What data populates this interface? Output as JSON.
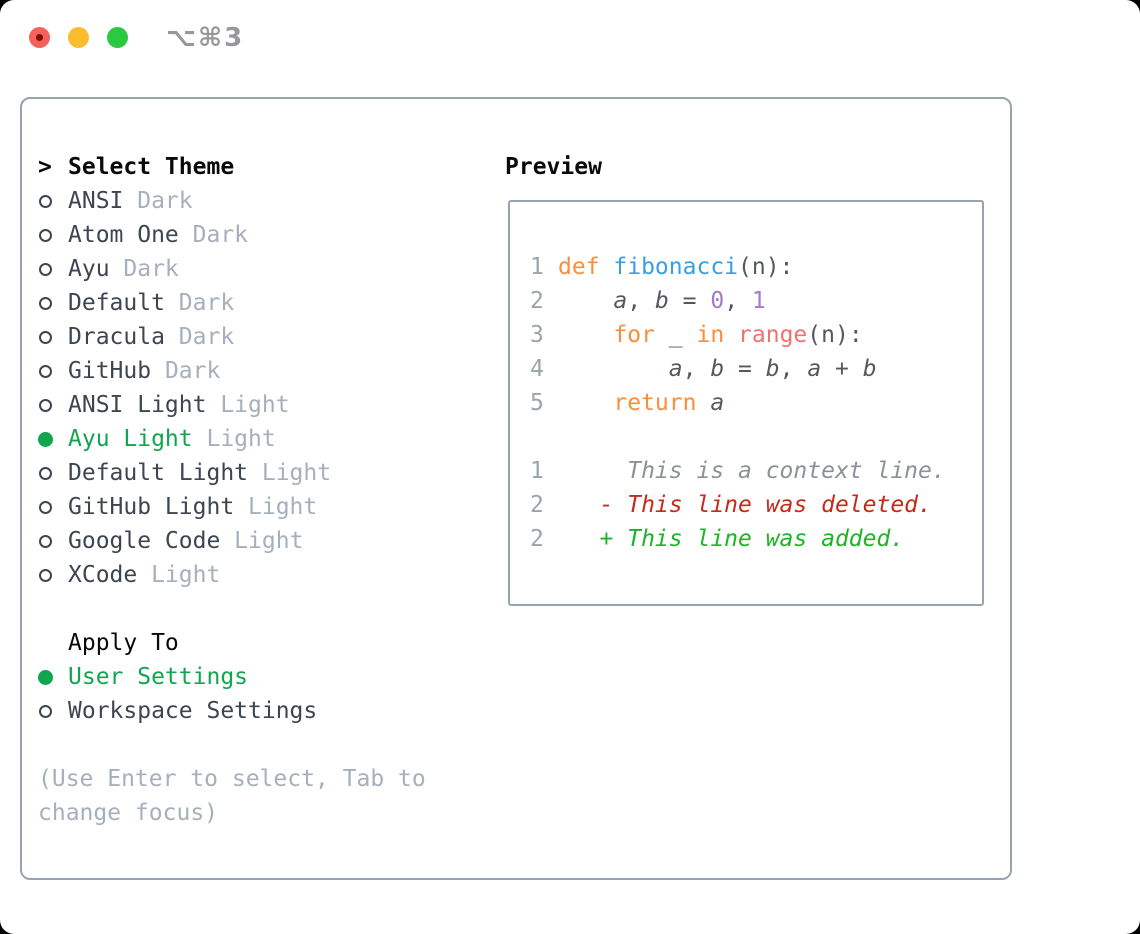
{
  "window": {
    "title": "⌥⌘3"
  },
  "theme_selector": {
    "marker": ">",
    "title": "Select Theme",
    "items": [
      {
        "name": "ANSI",
        "variant": "Dark",
        "selected": false
      },
      {
        "name": "Atom One",
        "variant": "Dark",
        "selected": false
      },
      {
        "name": "Ayu",
        "variant": "Dark",
        "selected": false
      },
      {
        "name": "Default",
        "variant": "Dark",
        "selected": false
      },
      {
        "name": "Dracula",
        "variant": "Dark",
        "selected": false
      },
      {
        "name": "GitHub",
        "variant": "Dark",
        "selected": false
      },
      {
        "name": "ANSI Light",
        "variant": "Light",
        "selected": false
      },
      {
        "name": "Ayu Light",
        "variant": "Light",
        "selected": true
      },
      {
        "name": "Default Light",
        "variant": "Light",
        "selected": false
      },
      {
        "name": "GitHub Light",
        "variant": "Light",
        "selected": false
      },
      {
        "name": "Google Code",
        "variant": "Light",
        "selected": false
      },
      {
        "name": "XCode",
        "variant": "Light",
        "selected": false
      }
    ]
  },
  "apply_to": {
    "title": "Apply To",
    "options": [
      {
        "label": "User Settings",
        "selected": true
      },
      {
        "label": "Workspace Settings",
        "selected": false
      }
    ]
  },
  "help_lines": [
    "(Use Enter to select, Tab to",
    "change focus)"
  ],
  "preview": {
    "title": "Preview",
    "code_lines": [
      {
        "num": "1",
        "tokens": [
          {
            "t": "def ",
            "s": "kw"
          },
          {
            "t": "fibonacci",
            "s": "fn"
          },
          {
            "t": "(n):",
            "s": "plain"
          }
        ]
      },
      {
        "num": "2",
        "tokens": [
          {
            "t": "    ",
            "s": "plain"
          },
          {
            "t": "a",
            "s": "var"
          },
          {
            "t": ", ",
            "s": "plain"
          },
          {
            "t": "b",
            "s": "var"
          },
          {
            "t": " = ",
            "s": "plain"
          },
          {
            "t": "0",
            "s": "num"
          },
          {
            "t": ", ",
            "s": "plain"
          },
          {
            "t": "1",
            "s": "num"
          }
        ]
      },
      {
        "num": "3",
        "tokens": [
          {
            "t": "    ",
            "s": "plain"
          },
          {
            "t": "for",
            "s": "kw"
          },
          {
            "t": " _ ",
            "s": "plain"
          },
          {
            "t": "in",
            "s": "kw"
          },
          {
            "t": " ",
            "s": "plain"
          },
          {
            "t": "range",
            "s": "sp"
          },
          {
            "t": "(n):",
            "s": "plain"
          }
        ]
      },
      {
        "num": "4",
        "tokens": [
          {
            "t": "        ",
            "s": "plain"
          },
          {
            "t": "a",
            "s": "var"
          },
          {
            "t": ", ",
            "s": "plain"
          },
          {
            "t": "b",
            "s": "var"
          },
          {
            "t": " = ",
            "s": "plain"
          },
          {
            "t": "b",
            "s": "var"
          },
          {
            "t": ", ",
            "s": "plain"
          },
          {
            "t": "a",
            "s": "var"
          },
          {
            "t": " + ",
            "s": "plain"
          },
          {
            "t": "b",
            "s": "var"
          }
        ]
      },
      {
        "num": "5",
        "tokens": [
          {
            "t": "    ",
            "s": "plain"
          },
          {
            "t": "return",
            "s": "kw"
          },
          {
            "t": " ",
            "s": "plain"
          },
          {
            "t": "a",
            "s": "var"
          }
        ]
      }
    ],
    "diff_lines": [
      {
        "num": "1",
        "tokens": [
          {
            "t": "     This is a context line.",
            "s": "ctx"
          }
        ]
      },
      {
        "num": "2",
        "tokens": [
          {
            "t": "   ",
            "s": "plain"
          },
          {
            "t": "- This line was deleted.",
            "s": "del"
          }
        ]
      },
      {
        "num": "2",
        "tokens": [
          {
            "t": "   ",
            "s": "plain"
          },
          {
            "t": "+ This line was added.",
            "s": "add"
          }
        ]
      }
    ]
  },
  "colors": {
    "accent_green": "#12a550",
    "panel_border": "#99a3af",
    "primary_text": "#3e4550",
    "muted_text": "#a6afbc",
    "heading_text": "#0a0a0a",
    "traffic_red": "#f6605a",
    "traffic_yellow": "#fbbd2f",
    "traffic_green": "#2ac93f",
    "syntax": {
      "keyword": "#fa8d3e",
      "function": "#399ee6",
      "builtin": "#f07171",
      "number": "#a37acc",
      "foreground": "#535960",
      "line_number": "#9ba3ad",
      "context": "#8c9198",
      "deleted": "#c62a1a",
      "added": "#1db425"
    }
  }
}
